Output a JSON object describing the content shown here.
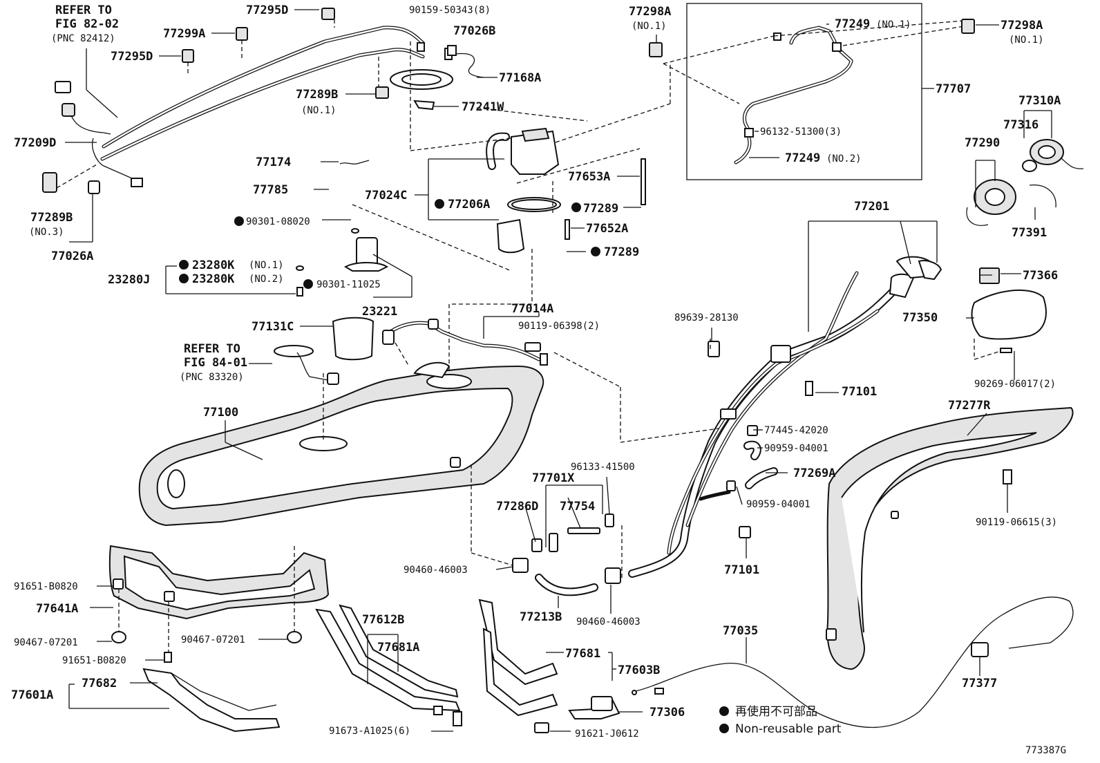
{
  "labels": {
    "refer_82": [
      "REFER TO",
      "FIG 82-02",
      "(PNC 82412)"
    ],
    "refer_84": [
      "REFER TO",
      "FIG 84-01",
      "(PNC 83320)"
    ],
    "p77295D_a": "77295D",
    "p77295D_b": "77295D",
    "p77299A": "77299A",
    "p77209D": "77209D",
    "p77289B_3": "77289B",
    "p77289B_3_sub": "(NO.3)",
    "p77026A": "77026A",
    "p90159": "90159-50343(8)",
    "p77026B": "77026B",
    "p77168A": "77168A",
    "p77289B_1": "77289B",
    "p77289B_1_sub": "(NO.1)",
    "p77241W": "77241W",
    "p77174": "77174",
    "p77785": "77785",
    "p77024C": "77024C",
    "p77206A": "77206A",
    "p90301_08020": "90301-08020",
    "p23280J": "23280J",
    "p23280K_1": "23280K",
    "p23280K_1_sub": "(NO.1)",
    "p23280K_2": "23280K",
    "p23280K_2_sub": "(NO.2)",
    "p90301_11025": "90301-11025",
    "p23221": "23221",
    "p77653A": "77653A",
    "p77289_a": "77289",
    "p77652A": "77652A",
    "p77289_b": "77289",
    "p77298A_l": "77298A",
    "p77298A_l_sub": "(NO.1)",
    "p77249_1": "77249",
    "p77249_1_sub": "(NO.1)",
    "p96132": "96132-51300(3)",
    "p77249_2": "77249",
    "p77249_2_sub": "(NO.2)",
    "p77707": "77707",
    "p77298A_r": "77298A",
    "p77298A_r_sub": "(NO.1)",
    "p77310A": "77310A",
    "p77316": "77316",
    "p77290": "77290",
    "p77391": "77391",
    "p77201": "77201",
    "p77366": "77366",
    "p77350": "77350",
    "p90269": "90269-06017(2)",
    "p77131C": "77131C",
    "p77014A": "77014A",
    "p90119_06398": "90119-06398(2)",
    "p89639": "89639-28130",
    "p77101_a": "77101",
    "p77100": "77100",
    "p77445": "77445-42020",
    "p90959_a": "90959-04001",
    "p77269A": "77269A",
    "p90959_b": "90959-04001",
    "p77277R": "77277R",
    "p90119_06615": "90119-06615(3)",
    "p96133": "96133-41500",
    "p77701X": "77701X",
    "p77286D": "77286D",
    "p77754": "77754",
    "p77101_b": "77101",
    "p90460_a": "90460-46003",
    "p90460_b": "90460-46003",
    "p77213B": "77213B",
    "p91651_a": "91651-B0820",
    "p77641A": "77641A",
    "p90467_a": "90467-07201",
    "p90467_b": "90467-07201",
    "p91651_b": "91651-B0820",
    "p77612B": "77612B",
    "p77681A": "77681A",
    "p77681": "77681",
    "p77603B": "77603B",
    "p77601A": "77601A",
    "p77682": "77682",
    "p91673": "91673-A1025(6)",
    "p77306": "77306",
    "p91621": "91621-J0612",
    "p77035": "77035",
    "p77377": "77377",
    "diagram_code": "773387G"
  },
  "legend": {
    "non_reusable_jp": "再使用不可部品",
    "non_reusable_en": "Non-reusable part"
  }
}
